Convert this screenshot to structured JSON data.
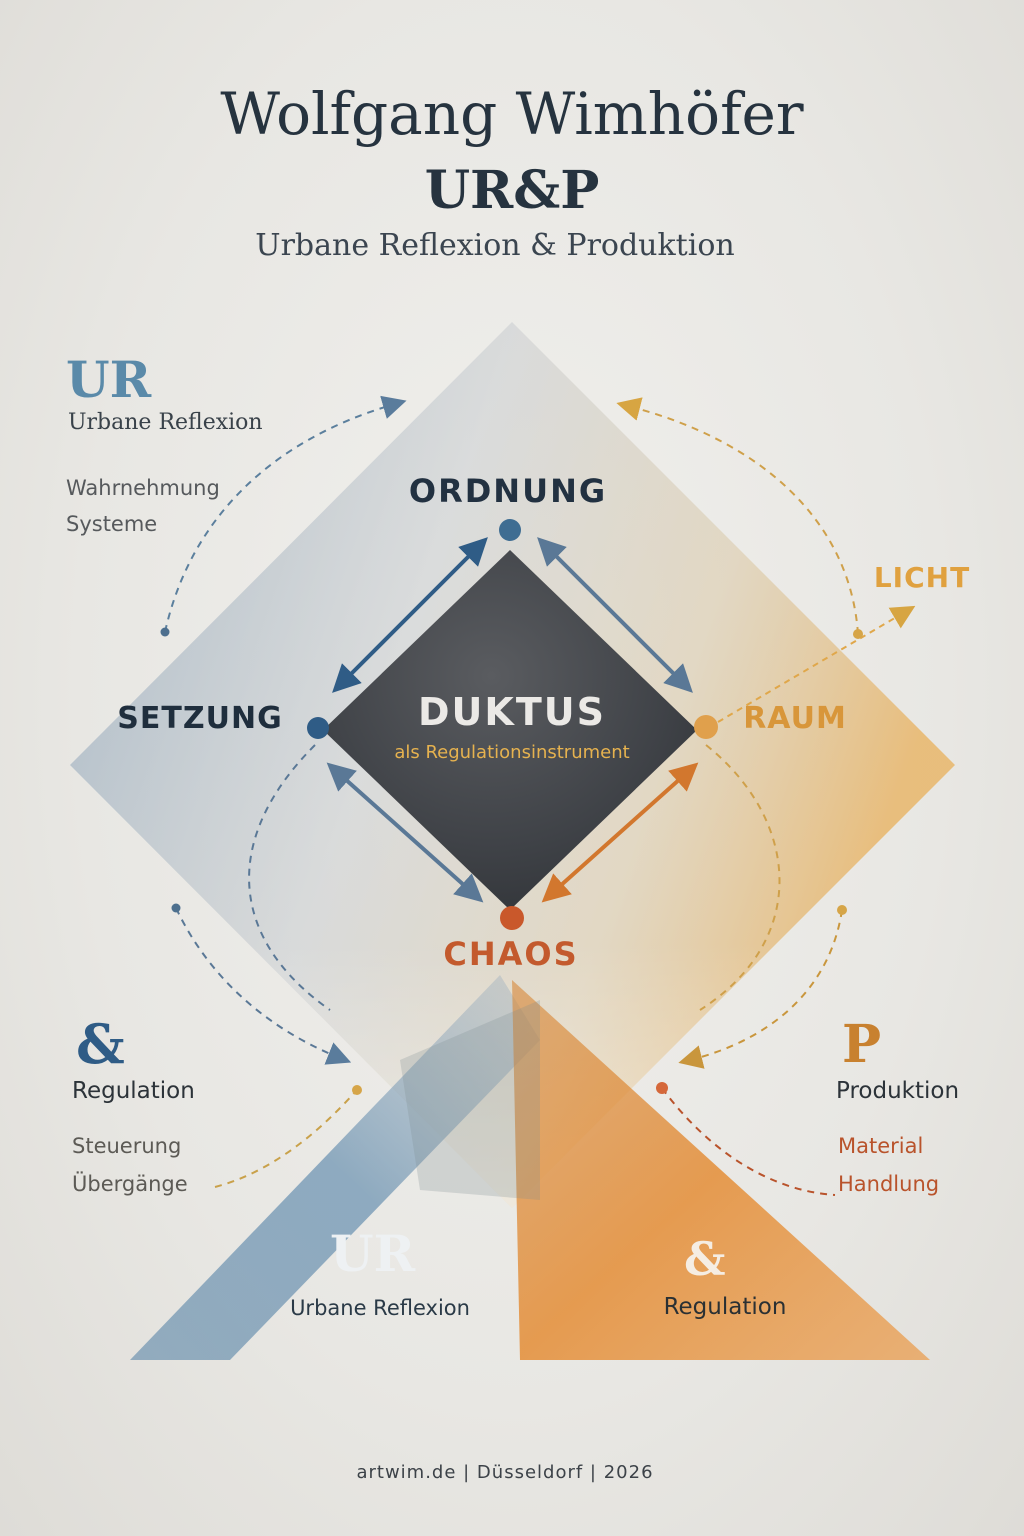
{
  "title": {
    "name": "Wolfgang Wimhöfer",
    "acronym": "UR&P",
    "subtitle": "Urbane Reflexion & Produktion"
  },
  "left_top": {
    "acronym": "UR",
    "label": "Urbane Reflexion",
    "items": [
      "Wahrnehmung",
      "Systeme"
    ]
  },
  "nodes": {
    "top": "ORDNUNG",
    "left": "SETZUNG",
    "right": "RAUM",
    "bottom": "CHAOS"
  },
  "center": {
    "title": "DUKTUS",
    "subtitle": "als Regulationsinstrument"
  },
  "licht": "LICHT",
  "left_bottom": {
    "symbol": "&",
    "label": "Regulation",
    "items": [
      "Steuerung",
      "Übergänge"
    ]
  },
  "right_bottom": {
    "symbol": "P",
    "label": "Produktion",
    "items": [
      "Material",
      "Handlung"
    ]
  },
  "bottom_left_band": {
    "acronym": "UR",
    "label": "Urbane Reflexion"
  },
  "bottom_right_band": {
    "symbol": "&",
    "label": "Regulation"
  },
  "footer": "artwim.de | Düsseldorf | 2026",
  "colors": {
    "navy": "#223141",
    "steel_blue": "#5a8aa9",
    "gold": "#e0a13f",
    "rust": "#c35a2d",
    "dark_center": "#3f4247"
  }
}
